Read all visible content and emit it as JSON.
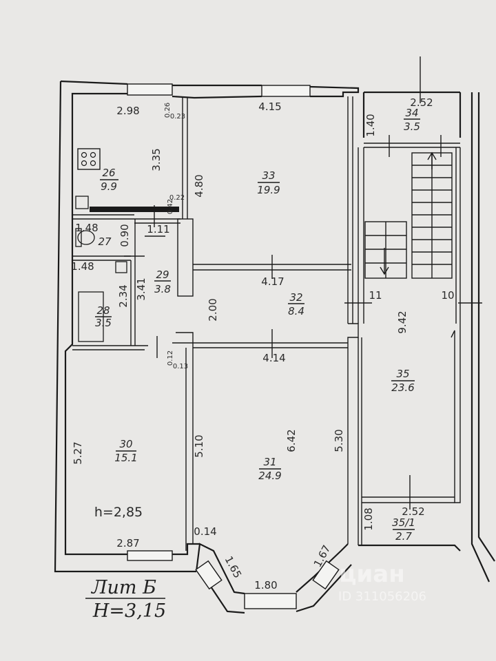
{
  "plan": {
    "title_lit": "Лит Б",
    "title_height": "H=3,15",
    "ceiling_height": "h=2,85",
    "watermark_brand": "циан",
    "watermark_id": "ID 311056206"
  },
  "rooms": [
    {
      "key": "r26",
      "number": "26",
      "area": "9.9"
    },
    {
      "key": "r27",
      "number": "27",
      "area": ""
    },
    {
      "key": "r28",
      "number": "28",
      "area": "3.5"
    },
    {
      "key": "r29",
      "number": "29",
      "area": "3.8"
    },
    {
      "key": "r30",
      "number": "30",
      "area": "15.1"
    },
    {
      "key": "r31",
      "number": "31",
      "area": "24.9"
    },
    {
      "key": "r32",
      "number": "32",
      "area": "8.4"
    },
    {
      "key": "r33",
      "number": "33",
      "area": "19.9"
    },
    {
      "key": "r34",
      "number": "34",
      "area": "3.5"
    },
    {
      "key": "r35",
      "number": "35",
      "area": "23.6"
    },
    {
      "key": "r35_1",
      "number": "35/1",
      "area": "2.7"
    }
  ],
  "dimensions": {
    "d298": "2.98",
    "d026": "0.26",
    "d023": "0.23",
    "d335": "3.35",
    "d022": "0.22",
    "d042": "0.42",
    "d415": "4.15",
    "d480": "4.80",
    "d252a": "2.52",
    "d140": "1.40",
    "d148a": "1.48",
    "d090": "0.90",
    "d111": "1.11",
    "d148b": "1.48",
    "d234": "2.34",
    "d341": "3.41",
    "d417": "4.17",
    "d200": "2.00",
    "d11": "11",
    "d10": "10",
    "d942": "9.42",
    "d012": "0.12",
    "d013": "0.13",
    "d414": "4.14",
    "d527": "5.27",
    "d510": "5.10",
    "d642": "6.42",
    "d530": "5.30",
    "d287": "2.87",
    "d014": "0.14",
    "d165": "1.65",
    "d180": "1.80",
    "d167": "1.67",
    "d252b": "2.52",
    "d108": "1.08"
  }
}
